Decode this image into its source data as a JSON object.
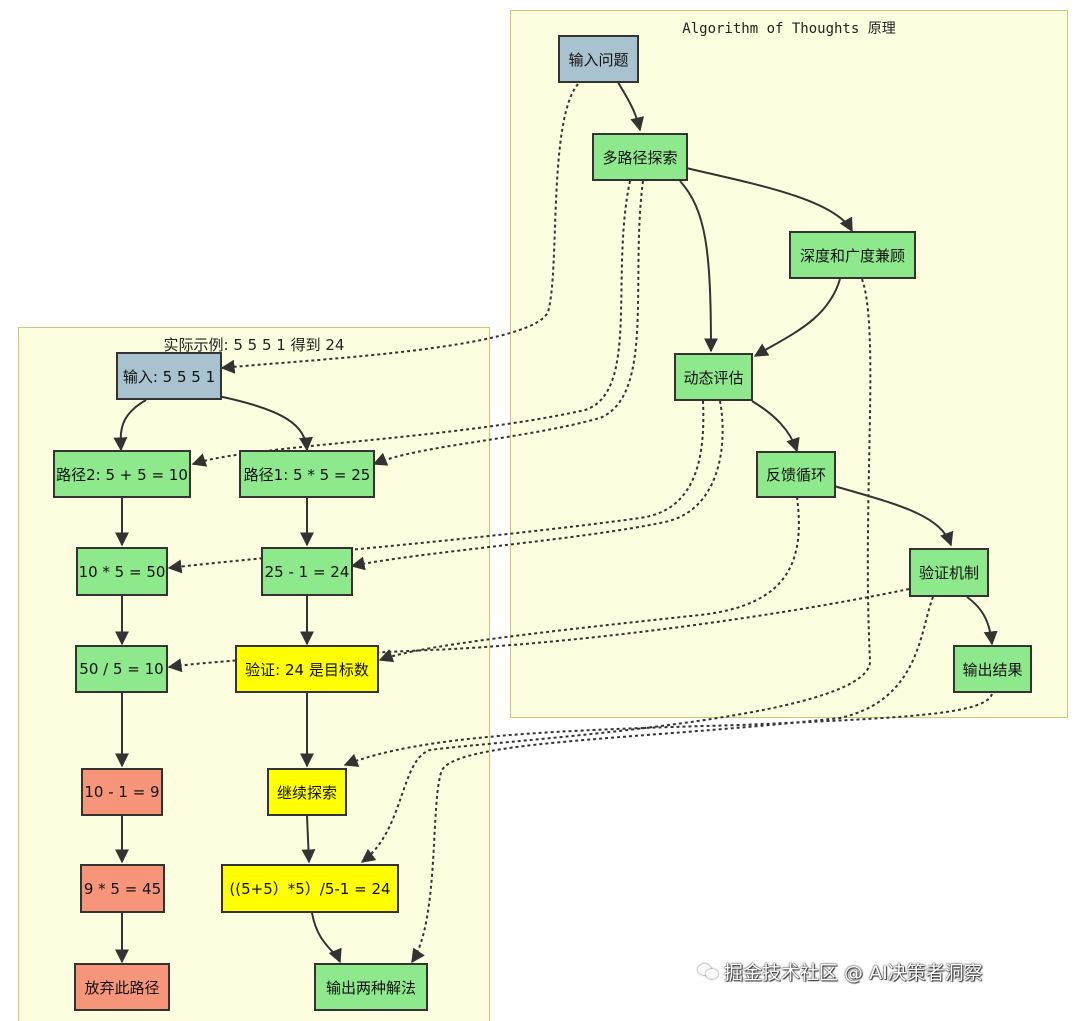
{
  "clusters": {
    "principle": {
      "title": "Algorithm of Thoughts 原理"
    },
    "example": {
      "title": "实际示例: 5 5 5 1 得到 24"
    }
  },
  "nodes": {
    "input_problem": "输入问题",
    "multi_path": "多路径探索",
    "depth_breadth": "深度和广度兼顾",
    "dynamic_eval": "动态评估",
    "feedback_loop": "反馈循环",
    "verify_mech": "验证机制",
    "output_result": "输出结果",
    "input_nums": "输入: 5 5 5 1",
    "path2": "路径2: 5 + 5 = 10",
    "path1": "路径1: 5 * 5 = 25",
    "p2_step2": "10 * 5 = 50",
    "p1_step2": "25 - 1 = 24",
    "p2_step3": "50 / 5 = 10",
    "p1_verify": "验证: 24 是目标数",
    "p2_step4": "10 - 1 = 9",
    "continue": "继续探索",
    "p2_step5": "9 * 5 = 45",
    "solution2": "((5+5）*5）/5-1 = 24",
    "abandon": "放弃此路径",
    "output_both": "输出两种解法"
  },
  "colors": {
    "input": "#a9c2cf",
    "step": "#8ee88c",
    "highlight": "#ffff00",
    "dead_end": "#f7957a",
    "cluster_bg": "#fdfde0"
  },
  "watermark": {
    "icon": "wechat-icon",
    "text": "掘金技术社区 @ AI决策者洞察"
  }
}
